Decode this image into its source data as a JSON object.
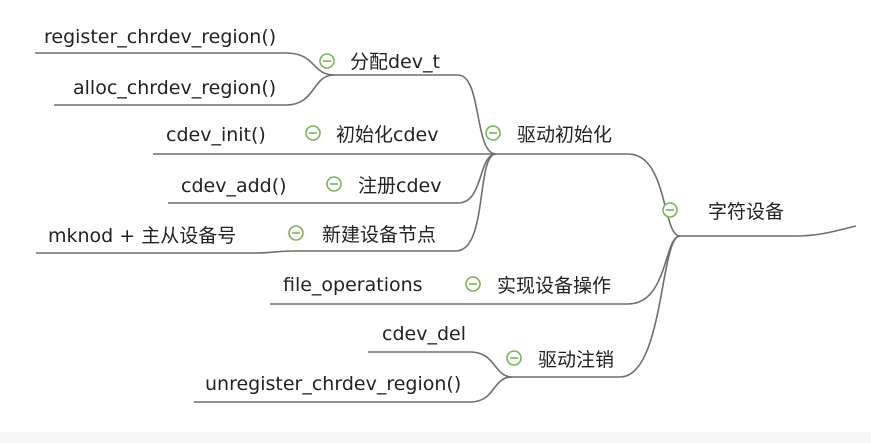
{
  "mindmap": {
    "root": {
      "label": "字符设备"
    },
    "branches": {
      "driver_init": {
        "label": "驱动初始化",
        "children": {
          "alloc_dev_t": {
            "label": "分配dev_t",
            "leaves": [
              "register_chrdev_region()",
              "alloc_chrdev_region()"
            ]
          },
          "init_cdev": {
            "label": "初始化cdev",
            "leaf": "cdev_init()"
          },
          "register_cdev": {
            "label": "注册cdev",
            "leaf": "cdev_add()"
          },
          "create_node": {
            "label": "新建设备节点",
            "leaf": "mknod + 主从设备号"
          }
        }
      },
      "implement_ops": {
        "label": "实现设备操作",
        "leaf": "file_operations"
      },
      "driver_unregister": {
        "label": "驱动注销",
        "leaves": [
          "cdev_del",
          "unregister_chrdev_region()"
        ]
      }
    }
  },
  "colors": {
    "line": "#6f6f6f",
    "collapse_toggle": "#79b45a",
    "text": "#222222",
    "background": "#ffffff"
  }
}
